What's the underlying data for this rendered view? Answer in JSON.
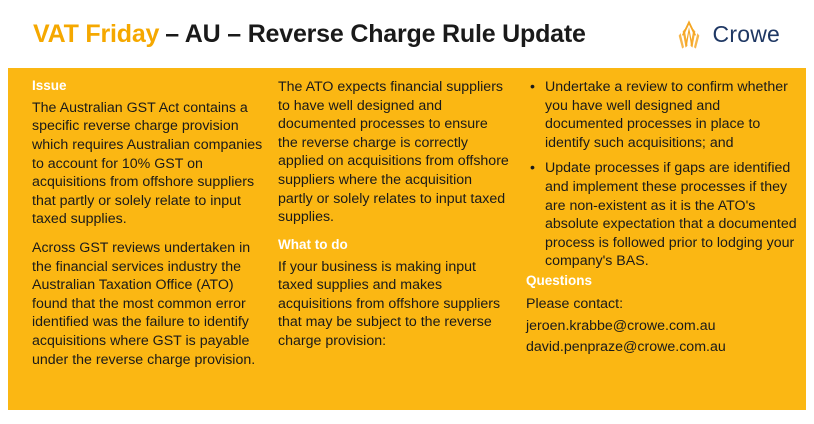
{
  "header": {
    "title_accent": "VAT Friday",
    "title_rest": "– AU – Reverse Charge Rule Update",
    "logo": {
      "mark_name": "crowe-logo-mark",
      "text": "Crowe"
    }
  },
  "colors": {
    "panel_background": "#FBB713",
    "accent_amber": "#F5A800",
    "heading_white": "#FFFFFF",
    "body_black": "#1A1A1A",
    "logo_navy": "#1F3864"
  },
  "columns": {
    "col1": {
      "heading": "Issue",
      "paragraphs": [
        "The Australian GST Act contains a specific reverse charge provision which requires Australian companies to account for 10% GST on acquisitions from offshore suppliers that partly or solely relate to input taxed supplies.",
        "Across GST reviews undertaken in the financial services industry the Australian Taxation Office (ATO) found that the most common error identified was the failure to identify acquisitions where GST is payable under the reverse charge provision."
      ]
    },
    "col2": {
      "paragraph": "The ATO expects financial suppliers to have well designed and documented processes to ensure the reverse charge is correctly applied on acquisitions from offshore suppliers where the acquisition partly or solely relates to input taxed supplies.",
      "heading": "What to do",
      "intro": "If your business is making input taxed supplies and makes acquisitions from offshore suppliers that may be subject to the reverse charge provision:"
    },
    "col3": {
      "bullets": [
        "Undertake a review to confirm whether you have well designed and documented processes in place to identify such acquisitions; and",
        "Update processes if gaps are identified and implement these processes if they are non-existent as it is the ATO's absolute expectation that a documented process is followed prior to lodging your company's BAS."
      ],
      "questions_heading": "Questions",
      "please_contact": "Please contact:",
      "emails": [
        "jeroen.krabbe@crowe.com.au",
        "david.penpraze@crowe.com.au"
      ]
    }
  }
}
